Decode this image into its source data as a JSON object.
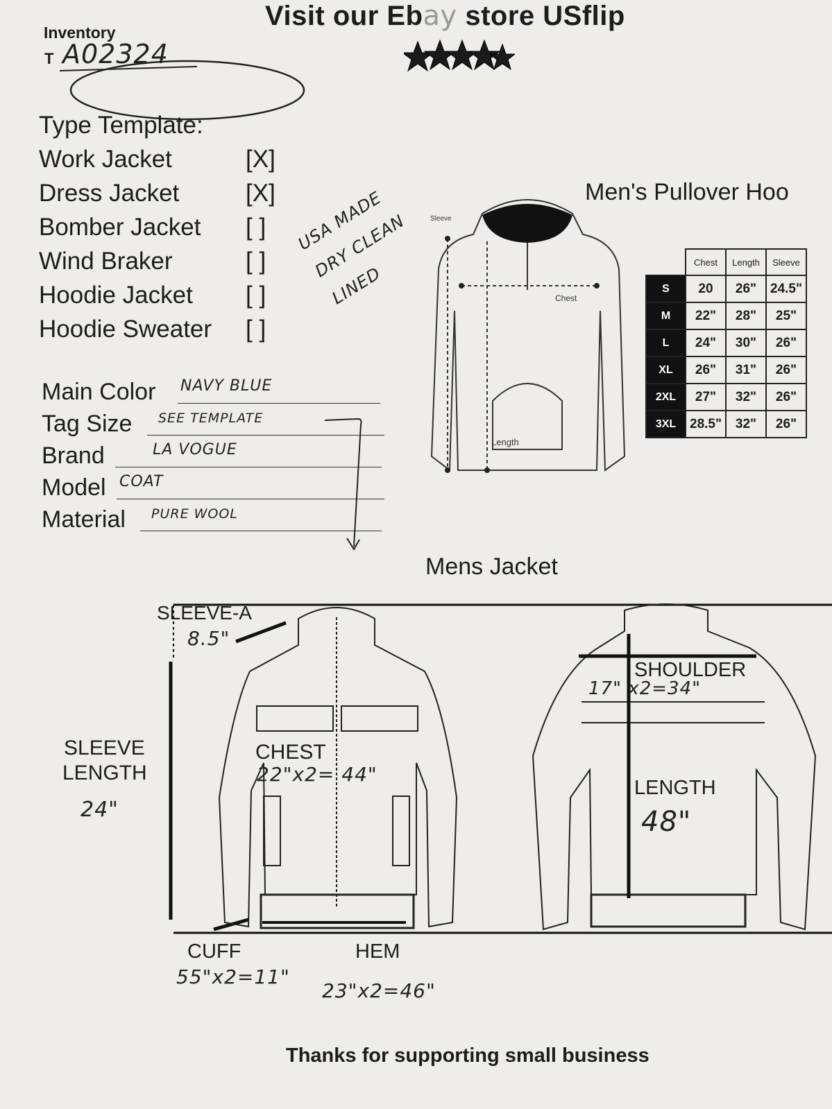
{
  "header": {
    "title_a": "Visit our Eb",
    "title_b": "ay",
    "title_c": " store USflip",
    "inventory_label": "Inventory",
    "inventory_prefix": "T",
    "inventory_number": "A02324"
  },
  "type_template": {
    "heading": "Type Template:",
    "items": [
      {
        "label": "Work Jacket",
        "mark": "[X]"
      },
      {
        "label": "Dress Jacket",
        "mark": "[X]"
      },
      {
        "label": "Bomber Jacket",
        "mark": "[ ]"
      },
      {
        "label": "Wind Braker",
        "mark": "[ ]"
      },
      {
        "label": "Hoodie Jacket",
        "mark": "[ ]"
      },
      {
        "label": "Hoodie Sweater",
        "mark": "[ ]"
      }
    ]
  },
  "notes": [
    "USA MADE",
    "DRY CLEAN",
    "LINED"
  ],
  "fields": [
    {
      "label": "Main Color",
      "value": "NAVY BLUE"
    },
    {
      "label": "Tag Size",
      "value": "SEE TEMPLATE"
    },
    {
      "label": "Brand",
      "value": "LA VOGUE"
    },
    {
      "label": "Model",
      "value": "COAT"
    },
    {
      "label": "Material",
      "value": "PURE WOOL"
    }
  ],
  "hoodie": {
    "title": "Men's Pullover Hoo",
    "diagram_labels": {
      "sleeve": "Sleeve",
      "chest": "Chest",
      "length": "Length"
    },
    "size_table": {
      "headers": [
        "Chest",
        "Length",
        "Sleeve"
      ],
      "rows": [
        {
          "size": "S",
          "values": [
            "20",
            "26\"",
            "24.5\""
          ]
        },
        {
          "size": "M",
          "values": [
            "22\"",
            "28\"",
            "25\""
          ]
        },
        {
          "size": "L",
          "values": [
            "24\"",
            "30\"",
            "26\""
          ]
        },
        {
          "size": "XL",
          "values": [
            "26\"",
            "31\"",
            "26\""
          ]
        },
        {
          "size": "2XL",
          "values": [
            "27\"",
            "32\"",
            "26\""
          ]
        },
        {
          "size": "3XL",
          "values": [
            "28.5\"",
            "32\"",
            "26\""
          ]
        }
      ]
    }
  },
  "jacket": {
    "title": "Mens Jacket",
    "sleeve_a": {
      "label": "SLEEVE-A",
      "value": "8.5\""
    },
    "sleeve_length": {
      "label_1": "SLEEVE",
      "label_2": "LENGTH",
      "value": "24\""
    },
    "chest": {
      "label": "CHEST",
      "value": "22\"x2= 44\""
    },
    "shoulder": {
      "label": "SHOULDER",
      "value": "17\" x2=34\""
    },
    "length": {
      "label": "LENGTH",
      "value": "48\""
    },
    "cuff": {
      "label": "CUFF",
      "value": "55\"x2=11\""
    },
    "hem": {
      "label": "HEM",
      "value": "23\"x2=46\""
    }
  },
  "footer": {
    "text": "Thanks for supporting small business"
  }
}
